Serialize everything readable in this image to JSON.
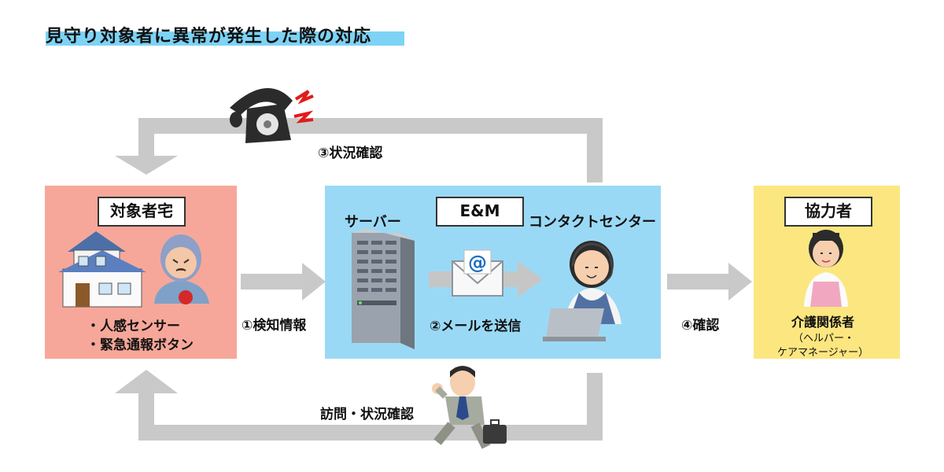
{
  "title": "見守り対象者に異常が発生した際の対応",
  "flows": {
    "step1": "①検知情報",
    "step2": "②メールを送信",
    "step3": "③状況確認",
    "step4": "④確認",
    "visit": "訪問・状況確認"
  },
  "panels": {
    "home": {
      "label": "対象者宅",
      "items": [
        "・人感センサー",
        "・緊急通報ボタン"
      ]
    },
    "em": {
      "label": "E&M",
      "server": "サーバー",
      "contact_center": "コンタクトセンター"
    },
    "helper": {
      "label": "協力者",
      "role": "介護関係者",
      "note_1": "（ヘルパー・",
      "note_2": "ケアマネージャー）"
    }
  },
  "colors": {
    "title_bar": "#7dd3f5",
    "home_bg": "#f6a79a",
    "em_bg": "#9ad9f5",
    "helper_bg": "#fce680",
    "arrow": "#c9c9c9"
  },
  "icons": [
    "telephone-icon",
    "house-icon",
    "elderly-person-icon",
    "server-icon",
    "email-icon",
    "operator-icon",
    "caregiver-icon",
    "businessman-icon"
  ]
}
